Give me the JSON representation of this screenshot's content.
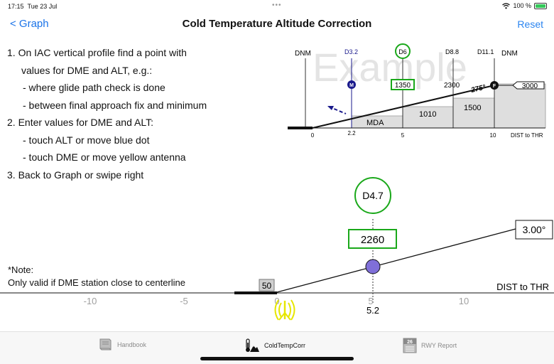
{
  "status": {
    "time": "17:15",
    "date": "Tue 23 Jul",
    "battery": "100 %",
    "colors": {
      "battery": "#34c759"
    }
  },
  "nav": {
    "back": "< Graph",
    "title": "Cold Temperature Altitude Correction",
    "reset": "Reset",
    "colors": {
      "accent": "#1a73e8"
    }
  },
  "instructions": {
    "step1": "1.  On IAC vertical profile find a point with",
    "step1_cont": "values for DME and ALT, e.g.:",
    "step1_b1": "- where glide path check is done",
    "step1_b2": "- between final approach fix and minimum",
    "step2": "2.  Enter values for DME and ALT:",
    "step2_b1": "- touch ALT or move blue dot",
    "step2_b2": "- touch DME or move yellow antenna",
    "step3": "3.  Back to Graph or swipe right"
  },
  "example": {
    "watermark": "Example",
    "dnm_left": "DNM",
    "dnm_right": "DNM",
    "d32": "D3.2",
    "d6": "D6",
    "d88": "D8.8",
    "d111": "D11.1",
    "m_label": "M",
    "f_label": "F",
    "alt_1350": "1350",
    "alt_2300": "2300",
    "alt_3000": "3000",
    "course": "275°",
    "mda": "MDA",
    "step_1010": "1010",
    "step_1500": "1500",
    "tick_0": "0",
    "tick_22": "2.2",
    "tick_5": "5",
    "tick_10": "10",
    "axis": "DIST to THR",
    "colors": {
      "highlight": "#1aa81a",
      "blue": "#1a1a8c",
      "terrain": "#dedede"
    }
  },
  "calc": {
    "dme": "D4.7",
    "alt": "2260",
    "angle": "3.00°",
    "tch": "50",
    "axis_label": "DIST to THR",
    "dist_value": "5.2",
    "ticks": [
      "-10",
      "-5",
      "0",
      "5",
      "10"
    ],
    "colors": {
      "dot": "#7f6fd8",
      "box": "#1aa81a",
      "antenna": "#e6e600"
    }
  },
  "note": {
    "title": "*Note:",
    "text": "Only valid if DME station close to centerline"
  },
  "tabs": {
    "handbook": "Handbook",
    "coldtemp": "ColdTempCorr",
    "rwy": "RWY Report",
    "rwy_num": "26"
  }
}
